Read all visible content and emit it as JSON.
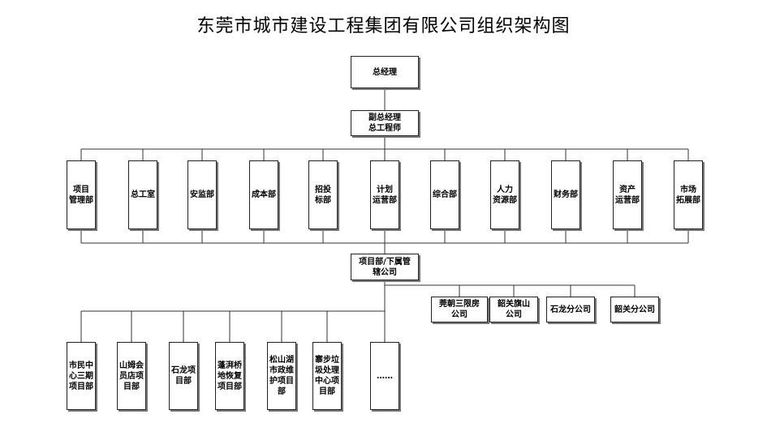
{
  "title": "东莞市城市建设工程集团有限公司组织架构图",
  "nodes": {
    "gm": "总经理",
    "deputy": "副总经理\n总工程师",
    "project_mgmt": "项目\n管理部",
    "chief_eng_office": "总工室",
    "safety": "安监部",
    "cost": "成本部",
    "bidding": "招投\n标部",
    "planning": "计划\n运营部",
    "general_affairs": "综合部",
    "hr": "人力\n资源部",
    "finance": "财务部",
    "asset_ops": "资产\n运营部",
    "market": "市场\n拓展部",
    "projects_hub": "项目部/下属管\n辖公司",
    "sub_dongguan_realestate": "莞朝三限房\n公司",
    "sub_shaoguan_danshan": "韶关旗山\n公司",
    "sub_shilong": "石龙分公司",
    "sub_shaoguan": "韶关分公司",
    "proj_civic_center": "市民中\n心三期\n项目部",
    "proj_shanhui": "山姆会\n员店项\n目部",
    "proj_shilong": "石龙项\n目部",
    "proj_penghuan": "蓬湃桥\n地恢复\n项目部",
    "proj_songshan": "松山湖\n市政维\n护项目\n部",
    "proj_zhaibu": "寨步垃\n圾处理\n中心项\n目部",
    "proj_more": "……"
  }
}
